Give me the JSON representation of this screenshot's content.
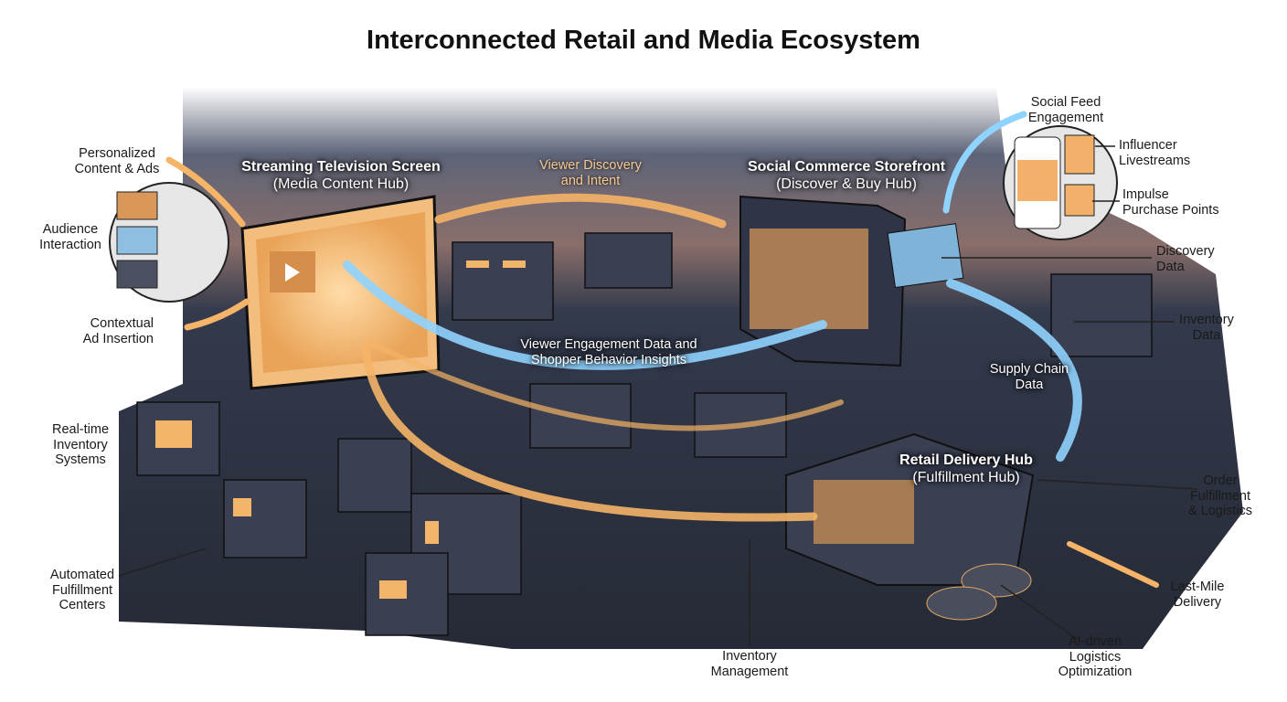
{
  "title": "Interconnected Retail and Media Ecosystem",
  "hubs": {
    "streaming": {
      "name": "Streaming Television Screen",
      "sub": "(Media Content Hub)"
    },
    "social": {
      "name": "Social Commerce Storefront",
      "sub": "(Discover & Buy Hub)"
    },
    "delivery": {
      "name": "Retail Delivery Hub",
      "sub": "(Fulfillment Hub)"
    }
  },
  "flows": {
    "viewer_discovery": "Viewer Discovery\nand Intent",
    "engagement": "Viewer Engagement Data and\nShopper Behavior Insights",
    "supply_chain": "Supply Chain\nData"
  },
  "callouts": {
    "personalized": "Personalized\nContent & Ads",
    "audience": "Audience\nInteraction",
    "contextual": "Contextual\nAd Insertion",
    "realtime": "Real-time\nInventory\nSystems",
    "automated": "Automated\nFulfillment\nCenters",
    "social_feed": "Social Feed\nEngagement",
    "influencer": "Influencer\nLivestreams",
    "impulse": "Impulse\nPurchase Points",
    "discovery_data": "Discovery\nData",
    "inventory_data": "Inventory\nData",
    "order_fulfillment": "Order\nFulfillment\n& Logistics",
    "last_mile": "Last-Mile\nDelivery",
    "ai_logistics": "AI-driven\nLogistics\nOptimization",
    "inventory_mgmt": "Inventory\nManagement"
  },
  "colors": {
    "orange_flow": "#f5b467",
    "blue_flow": "#8fd3ff",
    "night": "#2b3040"
  }
}
